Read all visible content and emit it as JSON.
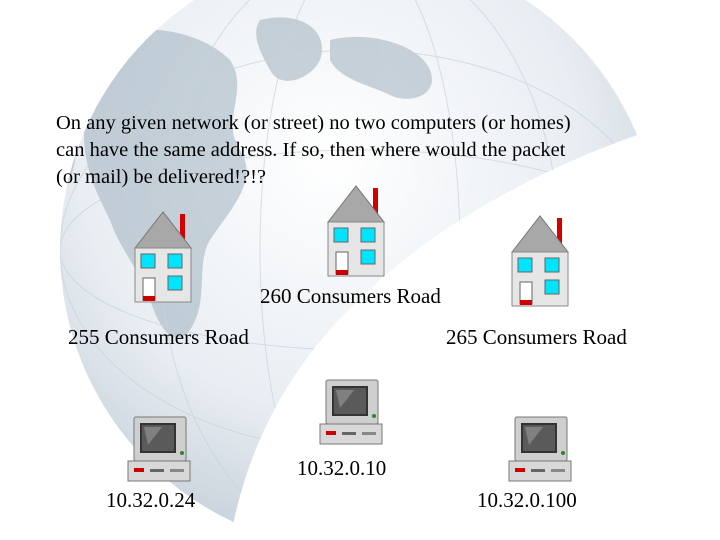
{
  "caption": {
    "lines": [
      "On any given network (or street) no two computers (or homes)",
      "can have the same address.  If so, then where would the packet",
      "(or mail) be delivered!?!?"
    ]
  },
  "houses": [
    {
      "address": "255 Consumers Road"
    },
    {
      "address": "260 Consumers Road"
    },
    {
      "address": "265 Consumers Road"
    }
  ],
  "computers": [
    {
      "ip": "10.32.0.24"
    },
    {
      "ip": "10.32.0.10"
    },
    {
      "ip": "10.32.0.100"
    }
  ],
  "colors": {
    "window": "#00e5ff",
    "door": "#cc0000",
    "roof": "#a8a8a8",
    "wall": "#e6e6e6",
    "chimney": "#d40000"
  }
}
